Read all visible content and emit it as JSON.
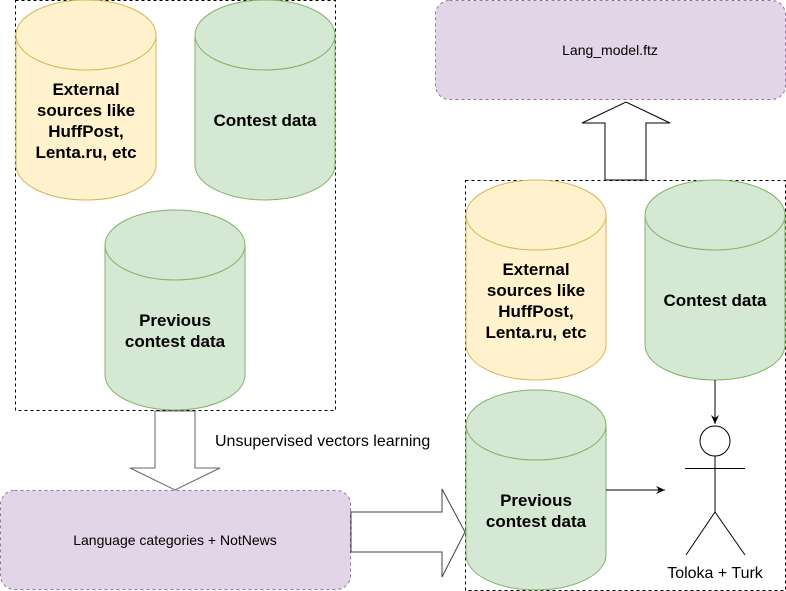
{
  "colors": {
    "yellow_fill": "#fff2cc",
    "yellow_stroke": "#d6b656",
    "green_fill": "#d5e8d4",
    "green_stroke": "#82b366",
    "purple_fill": "#e1d5e7",
    "purple_stroke": "#9673a6"
  },
  "left_group": {
    "external_sources": [
      "External",
      "sources like",
      "HuffPost,",
      "Lenta.ru, etc"
    ],
    "contest_data": "Contest data",
    "previous_contest": [
      "Previous",
      "contest data"
    ]
  },
  "arrow_label": "Unsupervised vectors learning",
  "language_box": "Language categories + NotNews",
  "model_box": "Lang_model.ftz",
  "right_group": {
    "external_sources": [
      "External",
      "sources like",
      "HuffPost,",
      "Lenta.ru, etc"
    ],
    "contest_data": "Contest data",
    "previous_contest": [
      "Previous",
      "contest data"
    ]
  },
  "actor_label": "Toloka + Turk"
}
